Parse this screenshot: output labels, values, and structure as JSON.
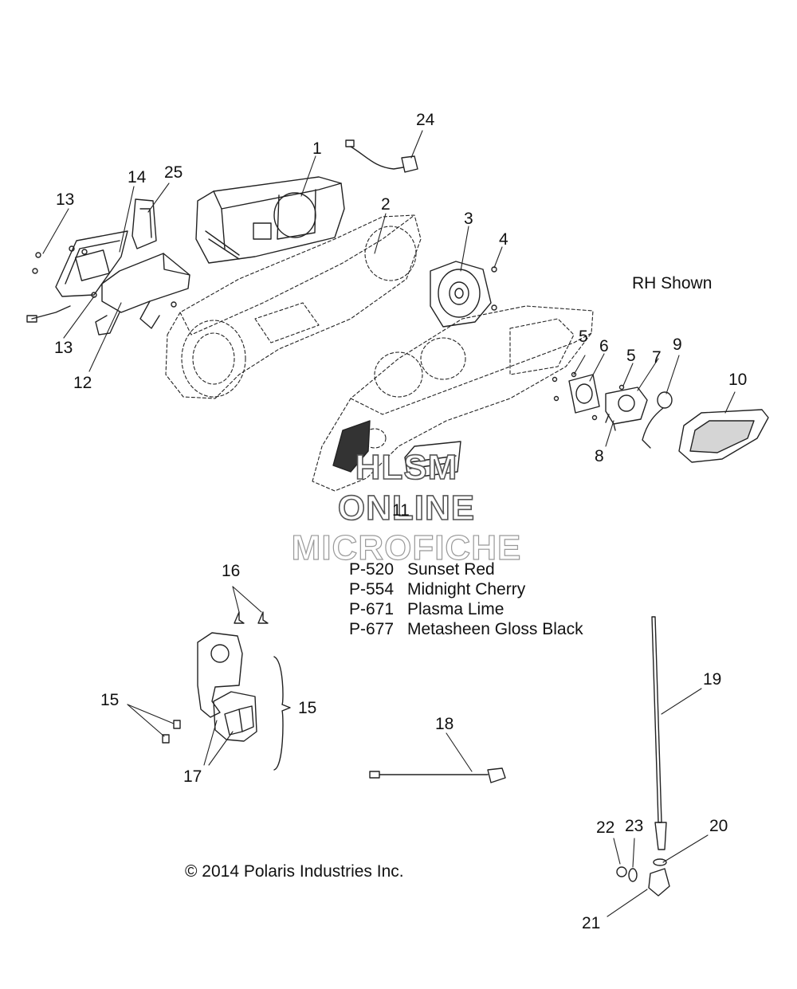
{
  "diagram": {
    "callouts": [
      "1",
      "2",
      "3",
      "4",
      "5",
      "5",
      "6",
      "7",
      "8",
      "9",
      "10",
      "11",
      "12",
      "13",
      "13",
      "14",
      "15",
      "15",
      "16",
      "17",
      "18",
      "19",
      "20",
      "21",
      "22",
      "23",
      "24",
      "25"
    ],
    "view_note": "RH Shown",
    "paint_codes": [
      {
        "code": "P-520",
        "name": "Sunset Red"
      },
      {
        "code": "P-554",
        "name": "Midnight Cherry"
      },
      {
        "code": "P-671",
        "name": "Plasma Lime"
      },
      {
        "code": "P-677",
        "name": "Metasheen Gloss Black"
      }
    ],
    "watermark": [
      "HLSM",
      "ONLINE",
      "MICROFICHE"
    ],
    "copyright": "© 2014 Polaris Industries Inc."
  }
}
